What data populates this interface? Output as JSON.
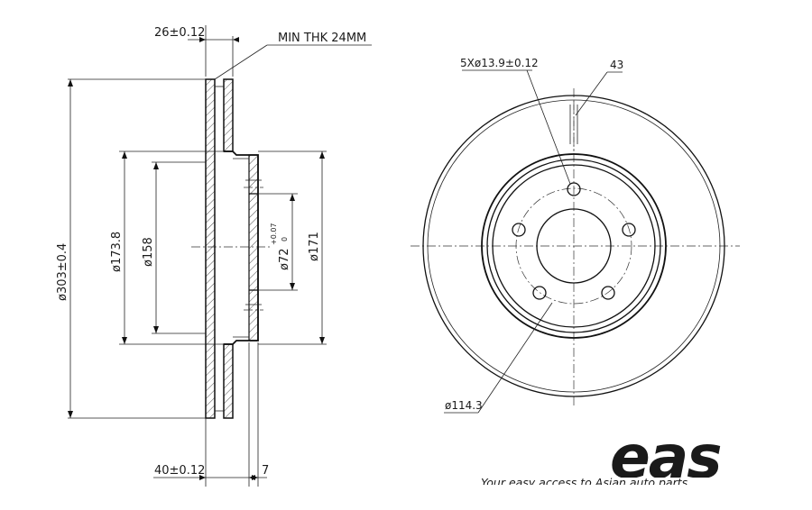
{
  "dimensions": {
    "top_width": "26±0.12",
    "min_thk": "MIN THK 24MM",
    "outer_dia": "ø303±0.4",
    "d173": "ø173.8",
    "d158": "ø158",
    "d72": "ø72",
    "d72_tol_plus": "+0.07",
    "d72_tol_minus": "0",
    "d171": "ø171",
    "total_height": "40±0.12",
    "offset": "7",
    "holes": "5Xø13.9±0.12",
    "angle": "43",
    "pcd": "ø114.3"
  },
  "logo": {
    "brand": "eas",
    "tagline": "Your easy access to Asian auto parts"
  },
  "colors": {
    "line": "#111111",
    "background": "#ffffff"
  }
}
